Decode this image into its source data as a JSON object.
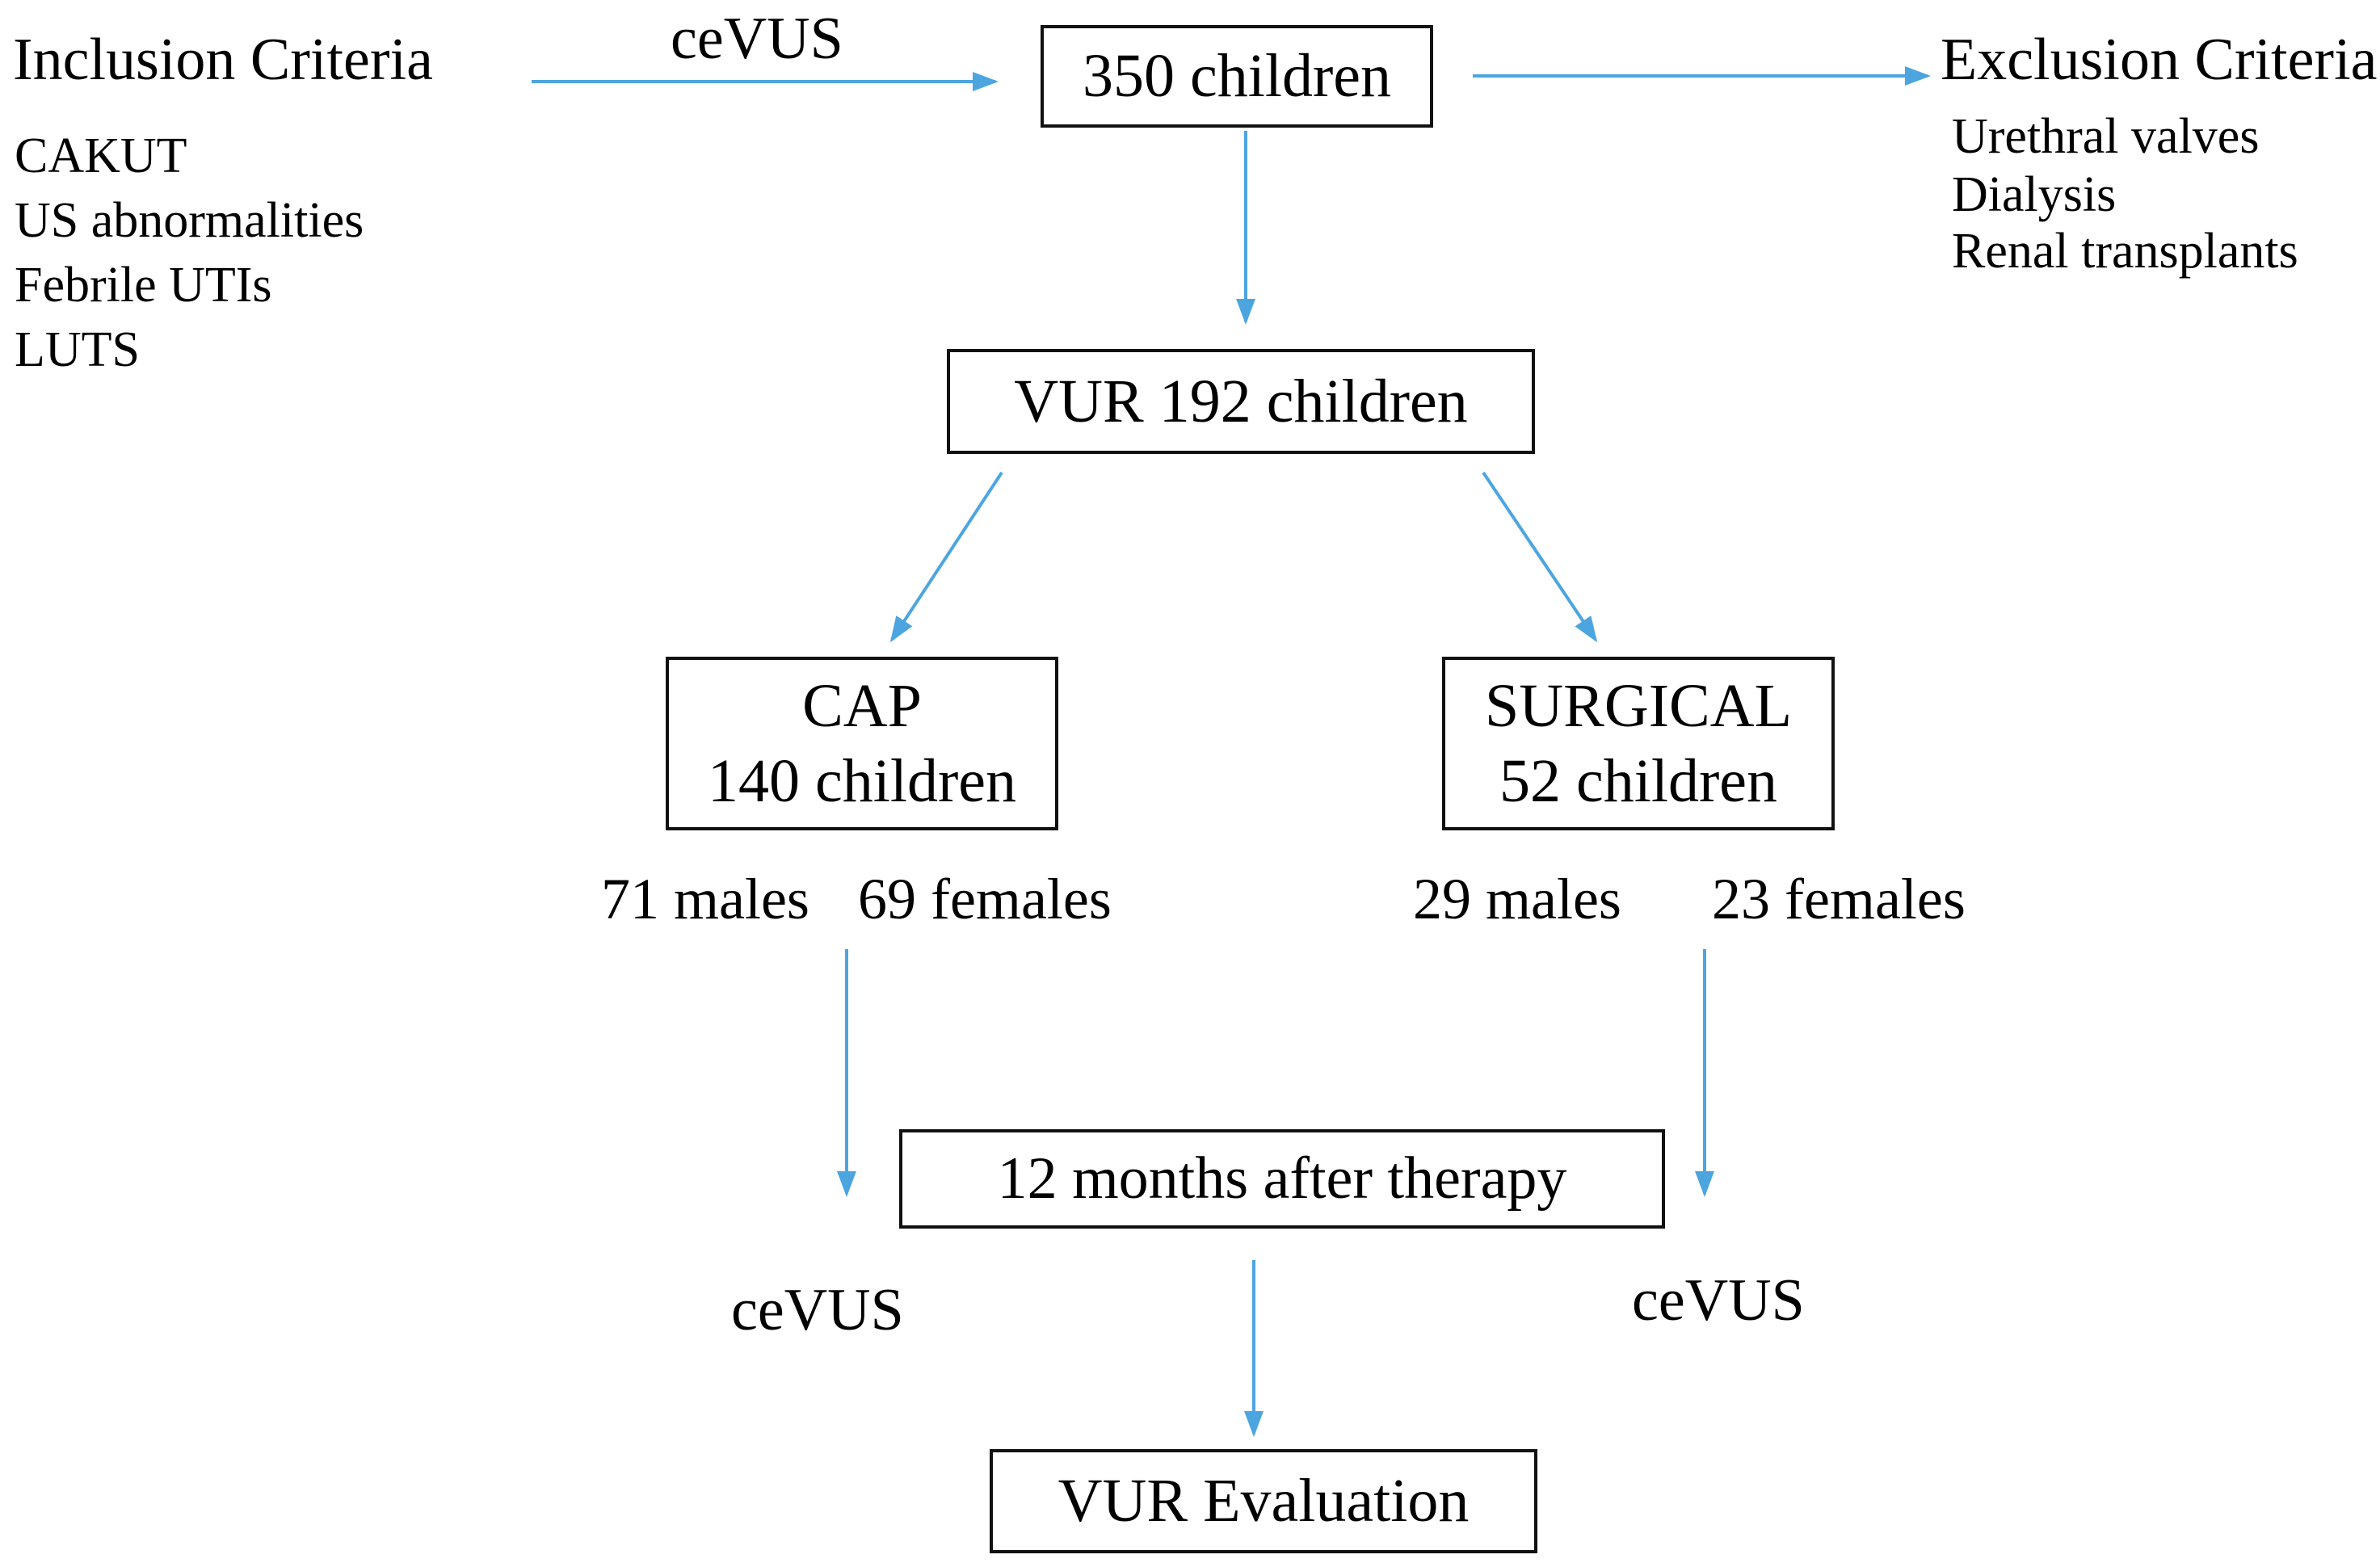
{
  "diagram": {
    "inclusion": {
      "title": "Inclusion Criteria",
      "items": [
        "CAKUT",
        "US abnormalities",
        "Febrile UTIs",
        "LUTS"
      ]
    },
    "exclusion": {
      "title": "Exclusion Criteria",
      "items": [
        "Urethral valves",
        "Dialysis",
        "Renal transplants"
      ]
    },
    "labels": {
      "cevus_initial": "ceVUS",
      "cevus_followup_left": "ceVUS",
      "cevus_followup_right": "ceVUS"
    },
    "boxes": {
      "enrolled": "350 children",
      "vur": "VUR 192 children",
      "cap_line1": "CAP",
      "cap_line2": "140 children",
      "surgical_line1": "SURGICAL",
      "surgical_line2": "52 children",
      "followup": "12 months after therapy",
      "evaluation": "VUR Evaluation"
    },
    "genders": {
      "cap_males": "71 males",
      "cap_females": "69 females",
      "surgical_males": "29 males",
      "surgical_females": "23 females"
    }
  },
  "colors": {
    "arrow": "#4da5e0",
    "border": "#111111",
    "background": "#ffffff",
    "text": "#000000"
  }
}
